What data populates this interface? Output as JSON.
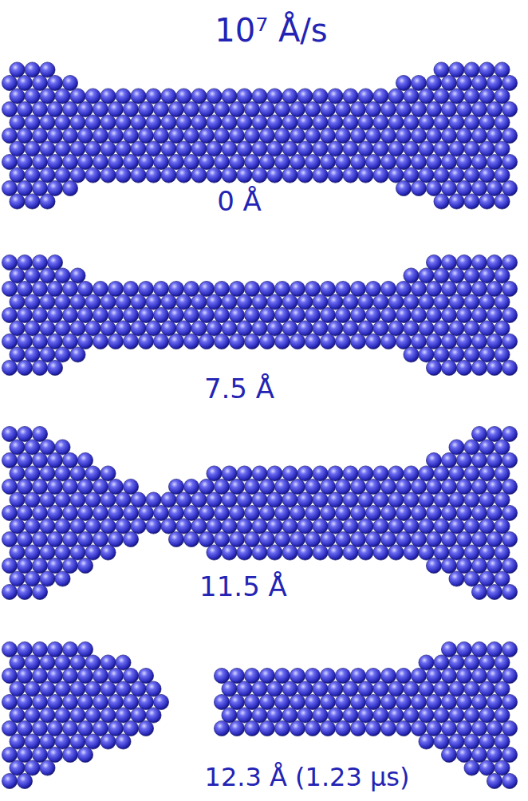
{
  "diagram": {
    "title": "10⁷ Å/s",
    "labels": [
      "0 Å",
      "7.5 Å",
      "11.5 Å",
      "12.3 Å (1.23 μs)"
    ]
  }
}
